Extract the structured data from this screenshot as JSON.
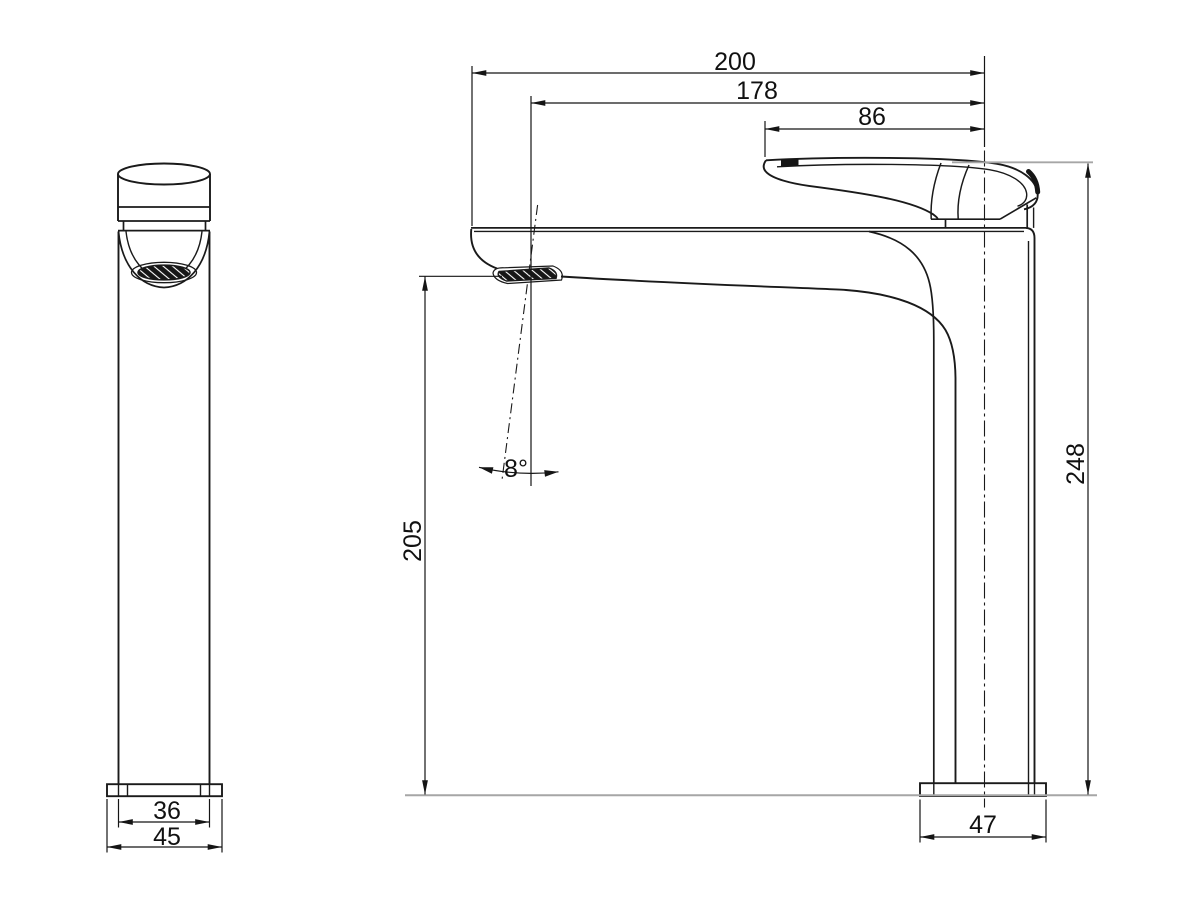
{
  "diagram": {
    "subject": "basin-mixer-tap-dimension-drawing",
    "background": "#ffffff",
    "line_color": "#1a1a1a",
    "guide_color": "#a6a6a6"
  },
  "dimensions": {
    "overall_reach": "200",
    "spout_reach": "178",
    "handle_reach": "86",
    "overall_height": "248",
    "spout_outlet_height": "205",
    "spout_angle": "8°",
    "base_depth": "47",
    "body_width": "36",
    "base_width": "45"
  }
}
